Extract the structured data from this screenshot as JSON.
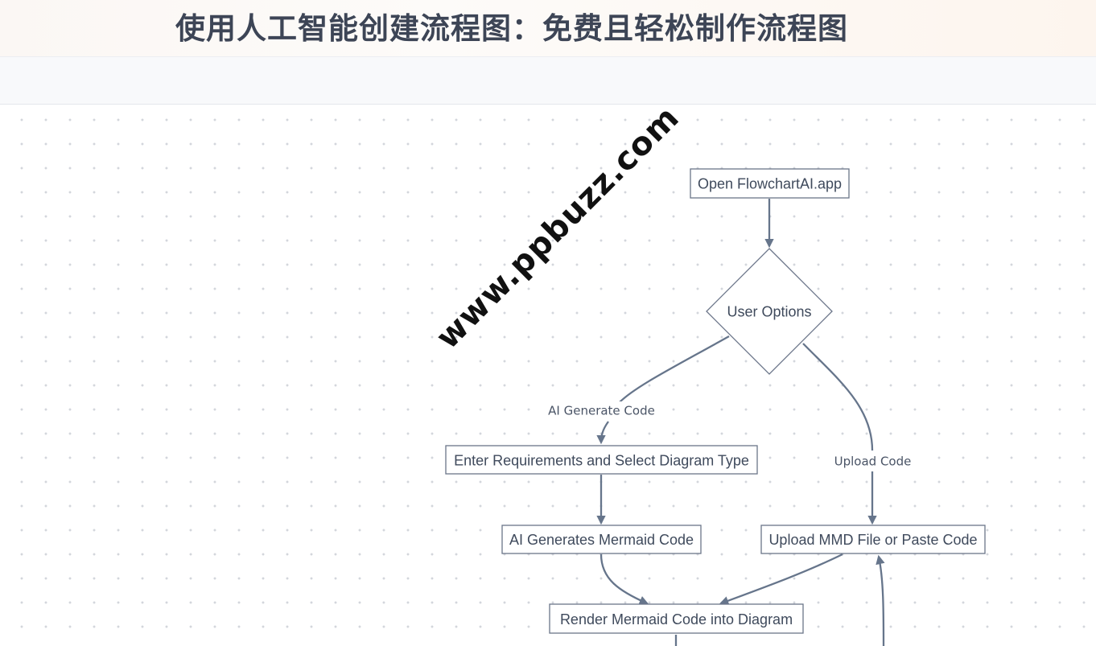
{
  "header": {
    "title": "使用人工智能创建流程图：免费且轻松制作流程图"
  },
  "watermark": "www.ppbuzz.com",
  "flowchart": {
    "nodes": {
      "open_app": "Open FlowchartAI.app",
      "user_options": "User Options",
      "enter_requirements": "Enter Requirements and Select Diagram Type",
      "ai_generates": "AI Generates Mermaid Code",
      "upload_file": "Upload MMD File or Paste Code",
      "render": "Render Mermaid Code into Diagram"
    },
    "edge_labels": {
      "ai_generate_code": "AI Generate Code",
      "upload_code": "Upload Code"
    }
  },
  "colors": {
    "edge": "#66758b",
    "node_border": "#6b7589",
    "text": "#3f4a5c",
    "title": "#3d4556"
  }
}
